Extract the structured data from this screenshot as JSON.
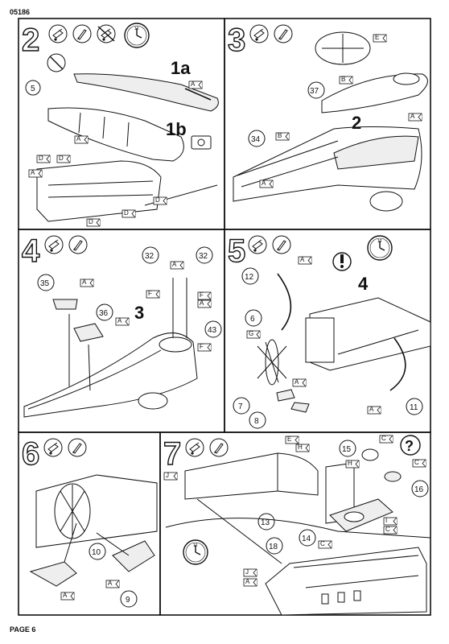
{
  "header": {
    "code": "05186"
  },
  "footer": {
    "page_label": "PAGE 6"
  },
  "steps": [
    {
      "number": "2",
      "callouts": [
        "5",
        "1a",
        "1b"
      ],
      "paint_labels": [
        "A",
        "A",
        "D",
        "D",
        "A",
        "D",
        "D",
        "D"
      ]
    },
    {
      "number": "3",
      "callouts": [
        "37",
        "34",
        "2"
      ],
      "paint_labels": [
        "E",
        "B",
        "A",
        "B",
        "A"
      ]
    },
    {
      "number": "4",
      "callouts": [
        "35",
        "36",
        "3",
        "32",
        "32",
        "43"
      ],
      "paint_labels": [
        "A",
        "A",
        "A",
        "F",
        "F",
        "A",
        "F"
      ]
    },
    {
      "number": "5",
      "callouts": [
        "12",
        "6",
        "7",
        "8",
        "11",
        "4"
      ],
      "paint_labels": [
        "A",
        "G",
        "A",
        "A"
      ]
    },
    {
      "number": "6",
      "callouts": [
        "10",
        "9"
      ],
      "paint_labels": [
        "A",
        "A"
      ]
    },
    {
      "number": "7",
      "callouts": [
        "15",
        "13",
        "14",
        "16",
        "18"
      ],
      "paint_labels": [
        "E",
        "H",
        "H",
        "J",
        "C",
        "C",
        "I",
        "C",
        "J",
        "A",
        "C"
      ]
    }
  ],
  "icons": [
    "glue-tube-icon",
    "paint-brush-icon",
    "clock-icon",
    "caution-icon",
    "question-icon",
    "no-glue-icon"
  ]
}
